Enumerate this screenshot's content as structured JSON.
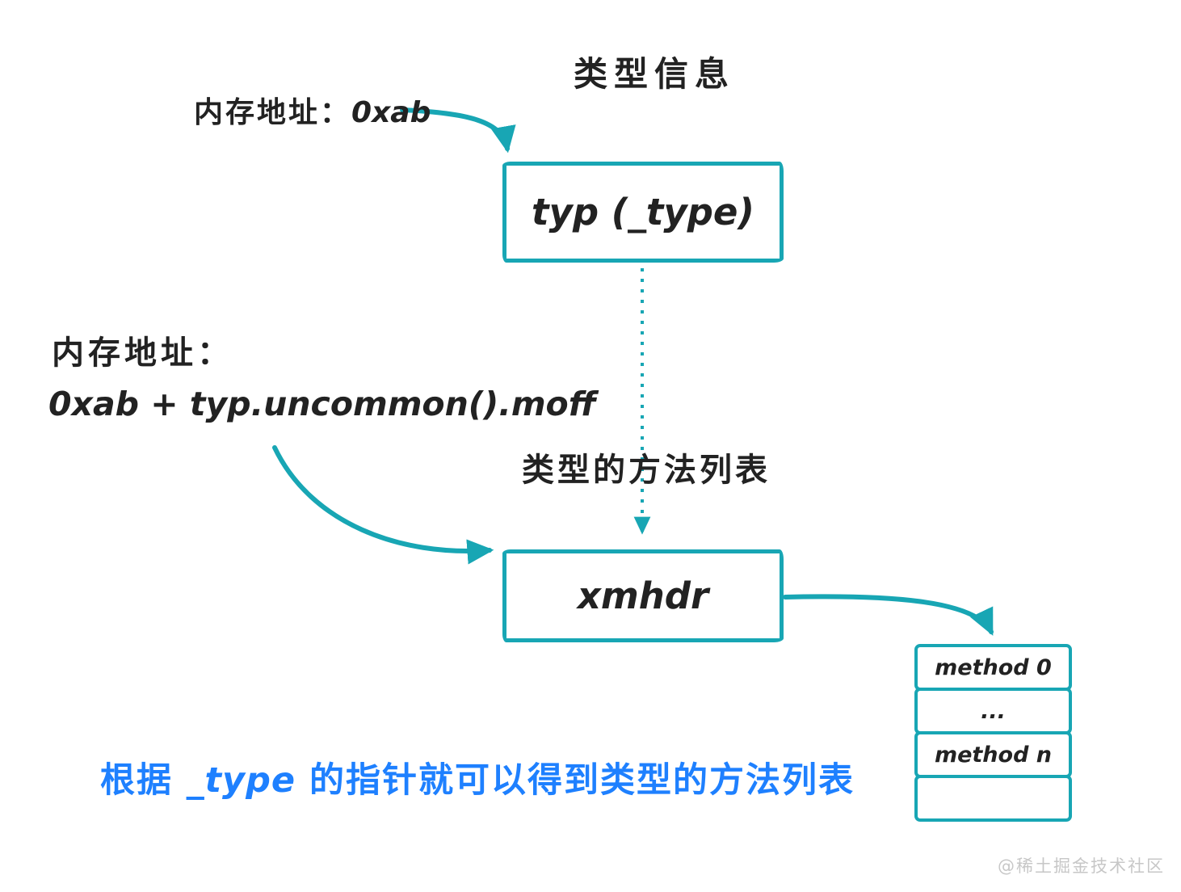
{
  "title": "类型信息",
  "colors": {
    "accent_teal": "#18a6b4",
    "ink_black": "#222222",
    "highlight_blue": "#1e80ff",
    "watermark_gray": "#c7c7c7"
  },
  "labels": {
    "mem_addr_top_prefix": "内存地址：",
    "mem_addr_top_value": "0xab",
    "mem_addr_left_line1": "内存地址：",
    "mem_addr_left_line2": "0xab + typ.uncommon().moff",
    "method_list_link": "类型的方法列表"
  },
  "boxes": {
    "type_box_label": "typ (_type)",
    "xmhdr_box_label": "xmhdr"
  },
  "method_table": {
    "rows": [
      "method 0",
      "...",
      "method n",
      ""
    ]
  },
  "conclusion": {
    "prefix": "根据 ",
    "code": "_type",
    "suffix": " 的指针就可以得到类型的方法列表"
  },
  "watermark": "@稀土掘金技术社区"
}
